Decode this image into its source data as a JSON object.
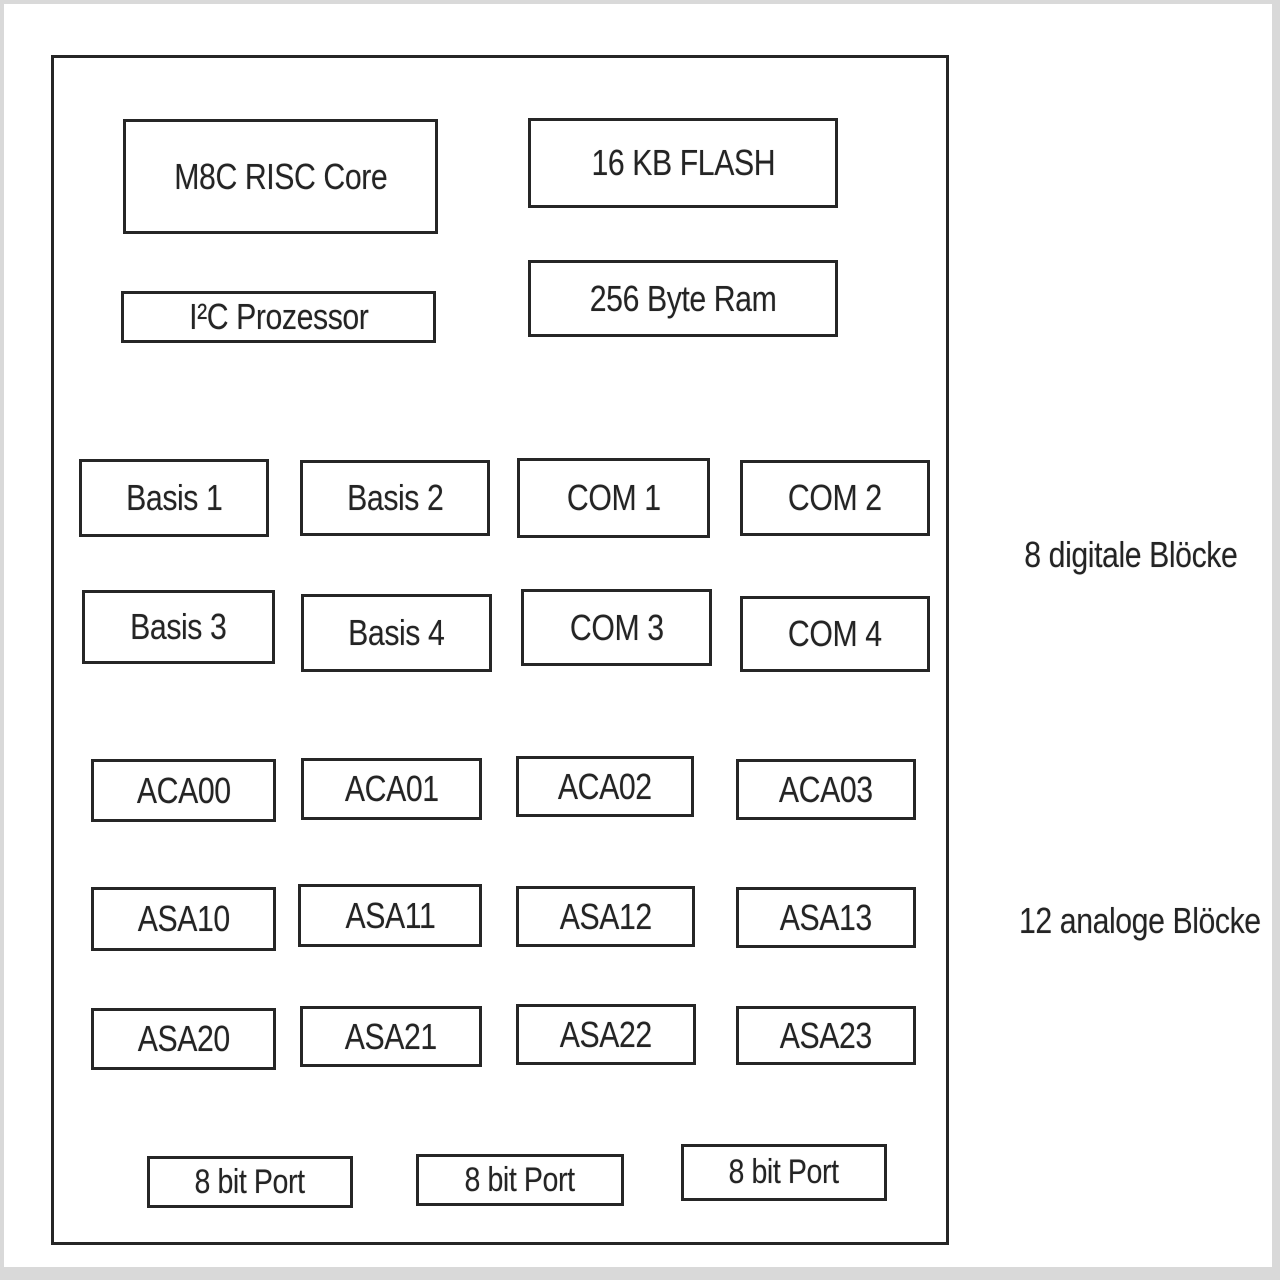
{
  "chip": {
    "system_blocks": {
      "core": "M8C RISC Core",
      "flash": "16 KB FLASH",
      "i2c": "I²C Prozessor",
      "ram": "256 Byte Ram"
    },
    "digital_blocks": {
      "row1": [
        "Basis 1",
        "Basis 2",
        "COM 1",
        "COM 2"
      ],
      "row2": [
        "Basis 3",
        "Basis 4",
        "COM 3",
        "COM 4"
      ]
    },
    "analog_blocks": {
      "row1": [
        "ACA00",
        "ACA01",
        "ACA02",
        "ACA03"
      ],
      "row2": [
        "ASA10",
        "ASA11",
        "ASA12",
        "ASA13"
      ],
      "row3": [
        "ASA20",
        "ASA21",
        "ASA22",
        "ASA23"
      ]
    },
    "ports": [
      "8 bit Port",
      "8 bit Port",
      "8 bit Port"
    ],
    "annotations": {
      "digital_label": "8 digitale Blöcke",
      "analog_label": "12 analoge Blöcke"
    },
    "colors": {
      "line": "#262626",
      "text": "#242424",
      "background": "#ffffff",
      "page_margin": "#d9d9d9"
    }
  }
}
